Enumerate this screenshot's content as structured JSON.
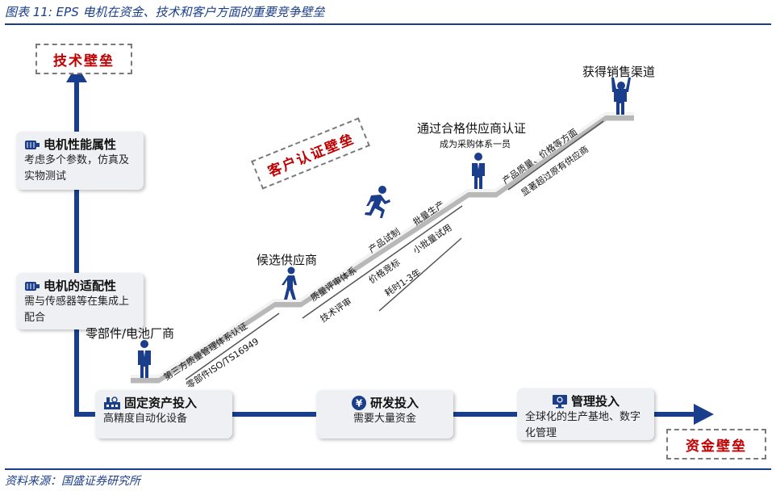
{
  "title": "图表 11: EPS 电机在资金、技术和客户方面的重要竞争壁垒",
  "source": "资料来源：国盛证券研究所",
  "colors": {
    "navy": "#1a3e8c",
    "red": "#c00000",
    "gray": "#7a7a7a",
    "card": "#eef0f3"
  },
  "barriers": {
    "tech": "技术壁垒",
    "customer": "客户认证壁垒",
    "capital": "资金壁垒"
  },
  "tech_cards": [
    {
      "icon": "motor-icon",
      "title": "电机性能属性",
      "desc": "考虑多个参数，仿真及实物测试"
    },
    {
      "icon": "motor-icon",
      "title": "电机的适配性",
      "desc": "需与传感器等在集成上配合"
    }
  ],
  "capital_cards": [
    {
      "icon": "factory-icon",
      "title": "固定资产投入",
      "desc": "高精度自动化设备"
    },
    {
      "icon": "yen-icon",
      "title": "研发投入",
      "desc": "需要大量资金"
    },
    {
      "icon": "monitor-icon",
      "title": "管理投入",
      "desc": "全球化的生产基地、数字化管理"
    }
  ],
  "stairs": {
    "stage1": "零部件/电池厂商",
    "stage2": "候选供应商",
    "stage3": "通过合格供应商认证",
    "stage3_sub": "成为采购体系一员",
    "stage4": "获得销售渠道",
    "seg1_a": "第三方质量管理体系认证",
    "seg1_b": "零部件ISO/TS16949",
    "seg2_a": "质量评审体系",
    "seg2_b": "技术评审",
    "seg2_c": "产品试制",
    "seg2_d": "价格竞标",
    "seg2_e": "批量生产",
    "seg2_f": "小批量试用",
    "seg2_g": "耗时1-3年",
    "seg3_a": "产品质量、价格等方面",
    "seg3_b": "显著超过原有供应商"
  }
}
